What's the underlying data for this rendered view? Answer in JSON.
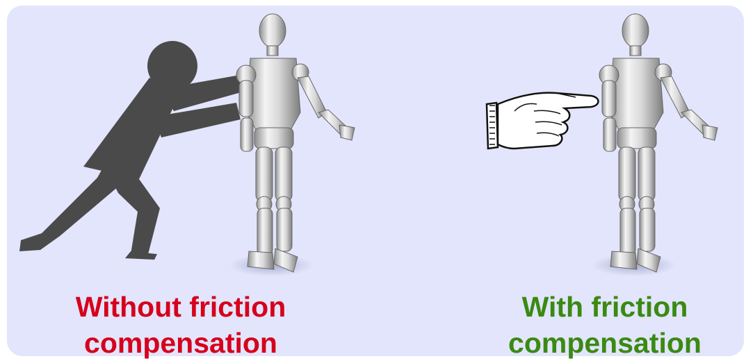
{
  "left_caption": {
    "line1": "Without friction",
    "line2": "compensation",
    "color": "#d6001c"
  },
  "right_caption": {
    "line1": "With friction",
    "line2": "compensation",
    "color": "#3a8a12"
  },
  "background_color": "#e2e5fb",
  "icons": {
    "left": [
      "pushing-person-icon",
      "humanoid-robot-icon"
    ],
    "right": [
      "pointing-hand-icon",
      "humanoid-robot-icon"
    ]
  }
}
